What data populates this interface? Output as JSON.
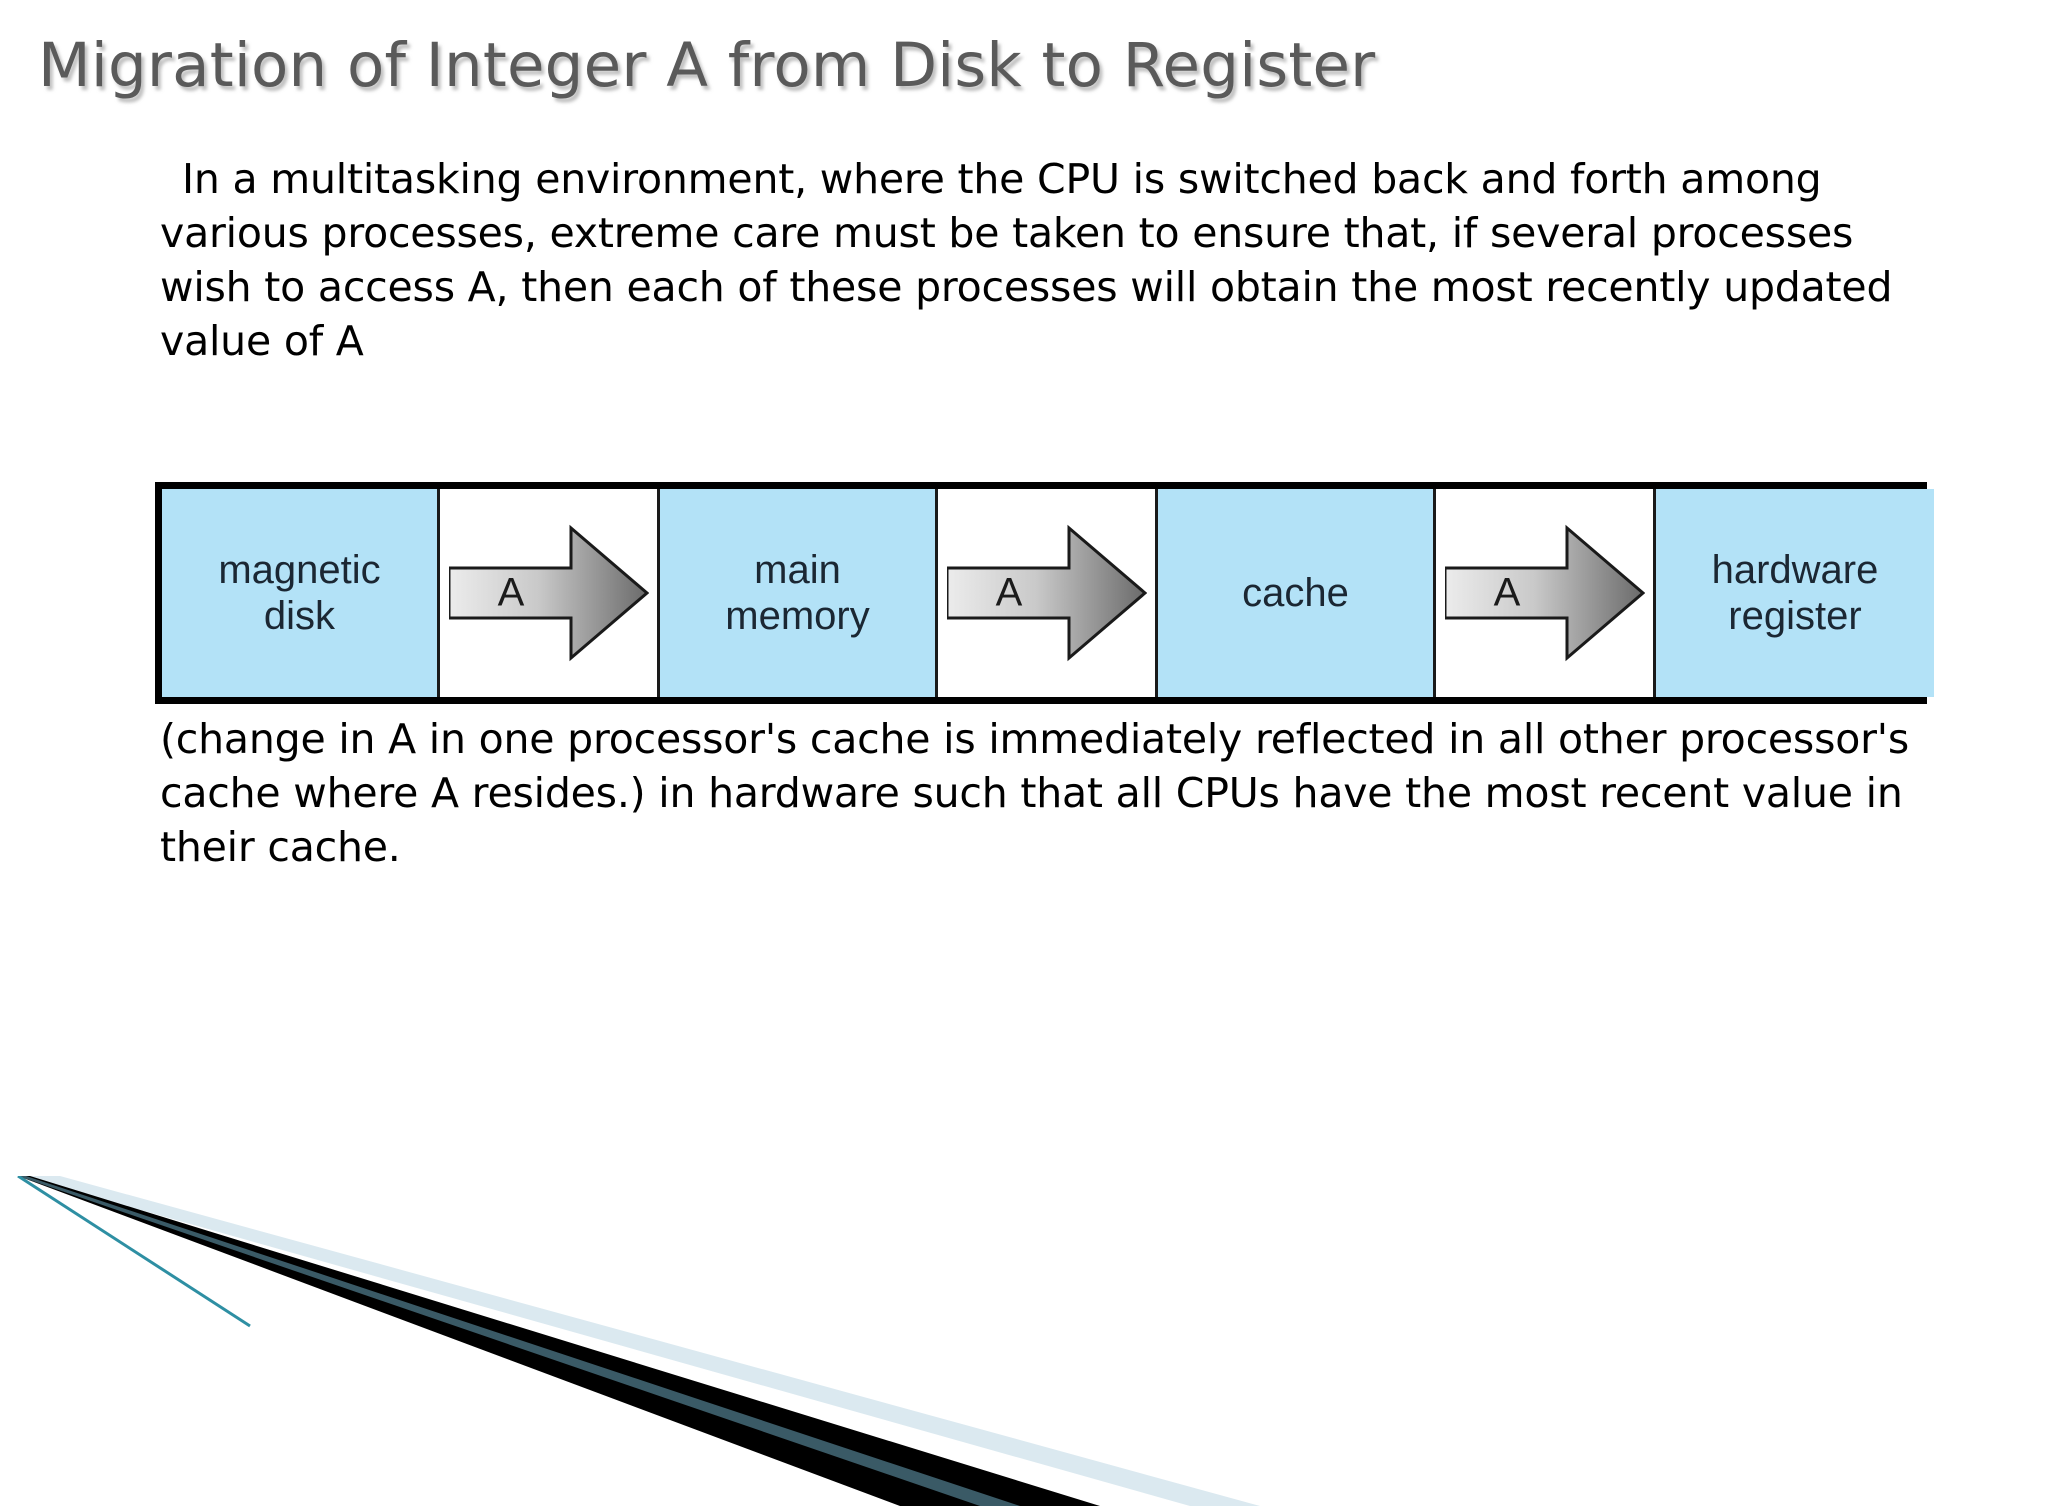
{
  "slide": {
    "title": "Migration of Integer A from Disk to Register",
    "title_color": "#5a5a5a",
    "background_color": "#ffffff",
    "body_text_color": "#000000"
  },
  "paragraphs": {
    "top": "In a multitasking environment, where the CPU is switched back and forth among various processes, extreme care must be taken to ensure that, if several processes wish to access A, then each of these processes will obtain the most recently updated value of A",
    "bottom": "(change in A in one processor's cache is immediately reflected in all other processor's cache where A resides.) in hardware such that all CPUs have the most recent value in their cache."
  },
  "diagram": {
    "border_color": "#000000",
    "box_fill": "#b3e2f7",
    "arrow_gradient_start": "#e8e8e8",
    "arrow_gradient_end": "#6e6e6e",
    "boxes": [
      {
        "label": "magnetic\ndisk"
      },
      {
        "label": "main\nmemory"
      },
      {
        "label": "cache"
      },
      {
        "label": "hardware\nregister"
      }
    ],
    "arrows": [
      {
        "label": "A"
      },
      {
        "label": "A"
      },
      {
        "label": "A"
      }
    ]
  },
  "decoration": {
    "line_color": "#2e8fa3",
    "wedge_dark_color": "#000000",
    "wedge_light_color": "#dbe9f0"
  }
}
